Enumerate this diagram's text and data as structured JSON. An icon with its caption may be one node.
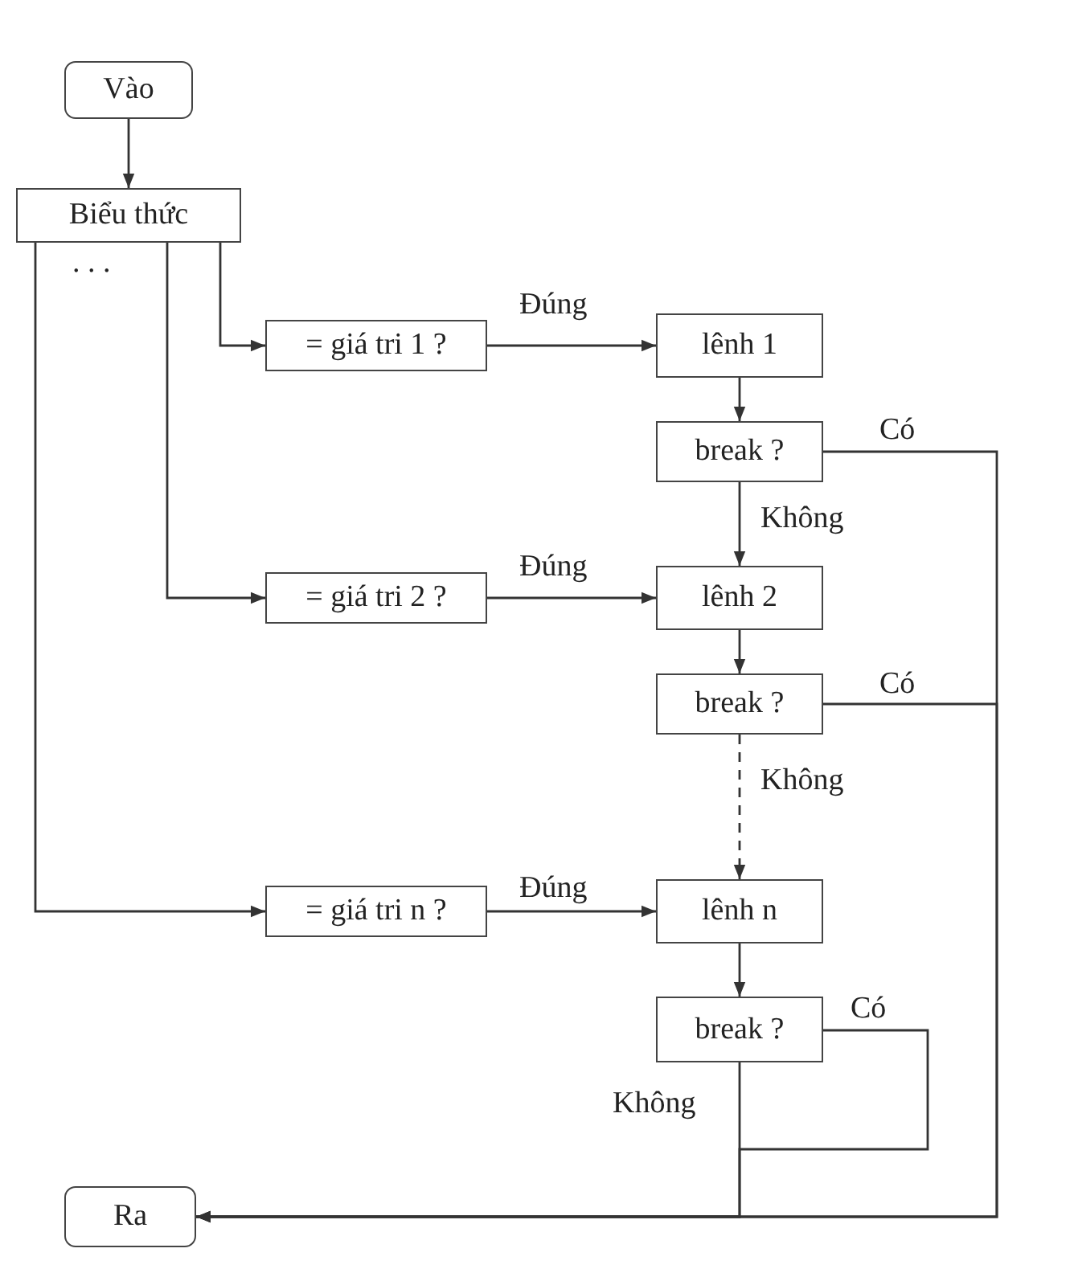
{
  "diagram": {
    "nodes": [
      {
        "text": [
          "Vào"
        ]
      },
      {
        "text": [
          "Biểu thức"
        ]
      },
      {
        "text": [
          "= giá tri 1 ?"
        ]
      },
      {
        "text": [
          "lênh 1"
        ]
      },
      {
        "text": [
          "break ?"
        ]
      },
      {
        "text": [
          "= giá tri 2 ?"
        ]
      },
      {
        "text": [
          "lênh 2"
        ]
      },
      {
        "text": [
          "break ?"
        ]
      },
      {
        "text": [
          "= giá tri n ?"
        ]
      },
      {
        "text": [
          "lênh n"
        ]
      },
      {
        "text": [
          "break ?"
        ]
      },
      {
        "text": [
          "Ra"
        ]
      }
    ],
    "edges": [
      {
        "from": 0,
        "to": 1,
        "arrow": "to"
      },
      {
        "from": 1,
        "to": 2,
        "arrow": "to"
      },
      {
        "from": 1,
        "to": 5,
        "arrow": "to"
      },
      {
        "from": 1,
        "to": 8,
        "arrow": "to"
      },
      {
        "from": 2,
        "to": 3,
        "arrow": "to",
        "label": "Đúng"
      },
      {
        "from": 3,
        "to": 4,
        "arrow": "to"
      },
      {
        "from": 4,
        "to": 6,
        "arrow": "to",
        "label": "Không"
      },
      {
        "from": 4,
        "to": 11,
        "arrow": "to",
        "label": "Có"
      },
      {
        "from": 5,
        "to": 6,
        "arrow": "to",
        "label": "Đúng"
      },
      {
        "from": 6,
        "to": 7,
        "arrow": "to"
      },
      {
        "from": 7,
        "to": 9,
        "arrow": "to",
        "label": "Không",
        "style": "dashed"
      },
      {
        "from": 7,
        "to": 11,
        "arrow": "to",
        "label": "Có"
      },
      {
        "from": 8,
        "to": 9,
        "arrow": "to",
        "label": "Đúng"
      },
      {
        "from": 9,
        "to": 10,
        "arrow": "to"
      },
      {
        "from": 10,
        "to": 11,
        "arrow": "to",
        "label": "Không"
      },
      {
        "from": 10,
        "to": 11,
        "arrow": "to",
        "label": "Có"
      }
    ],
    "labels": [
      ". . ."
    ]
  }
}
